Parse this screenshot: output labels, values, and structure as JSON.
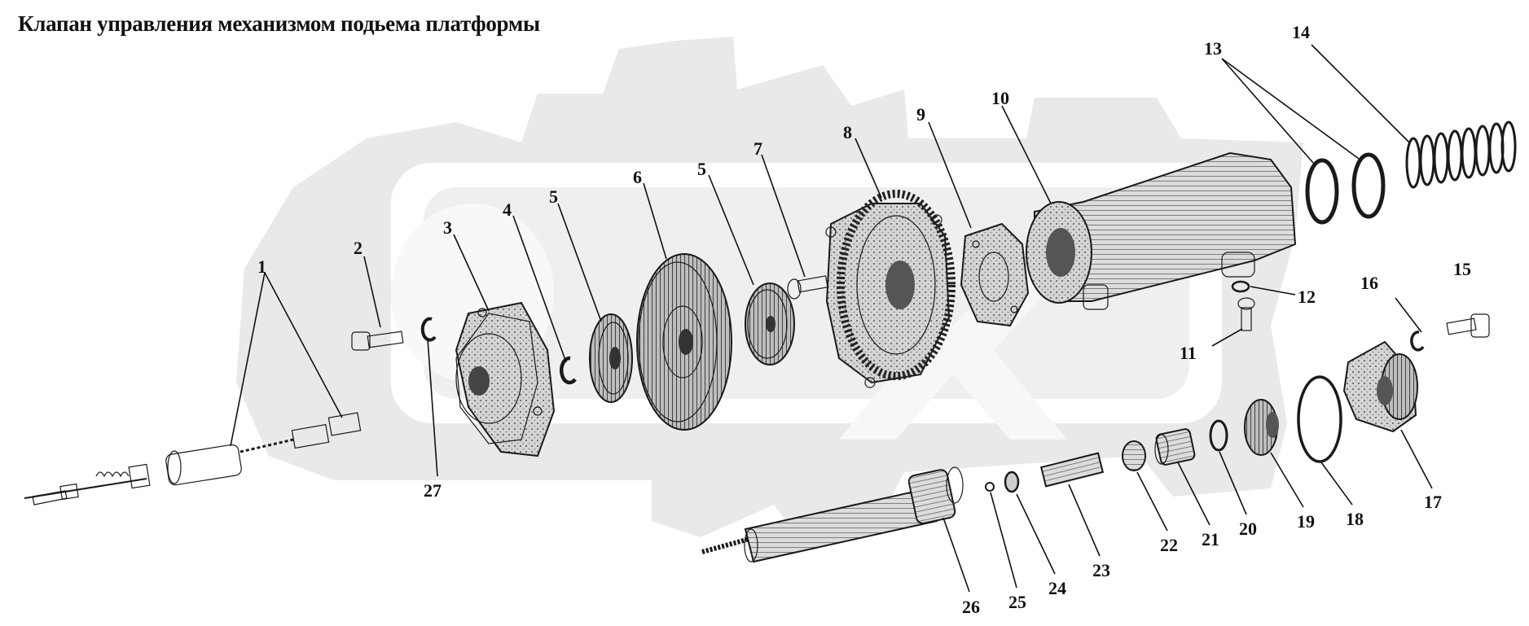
{
  "title": "Клапан управления механизмом подьема платформы",
  "callouts": [
    {
      "id": "1",
      "label": "1"
    },
    {
      "id": "2",
      "label": "2"
    },
    {
      "id": "3",
      "label": "3"
    },
    {
      "id": "4",
      "label": "4"
    },
    {
      "id": "5a",
      "label": "5"
    },
    {
      "id": "6",
      "label": "6"
    },
    {
      "id": "5b",
      "label": "5"
    },
    {
      "id": "7",
      "label": "7"
    },
    {
      "id": "8",
      "label": "8"
    },
    {
      "id": "9",
      "label": "9"
    },
    {
      "id": "10",
      "label": "10"
    },
    {
      "id": "11",
      "label": "11"
    },
    {
      "id": "12",
      "label": "12"
    },
    {
      "id": "13",
      "label": "13"
    },
    {
      "id": "14",
      "label": "14"
    },
    {
      "id": "15",
      "label": "15"
    },
    {
      "id": "16",
      "label": "16"
    },
    {
      "id": "17",
      "label": "17"
    },
    {
      "id": "18",
      "label": "18"
    },
    {
      "id": "19",
      "label": "19"
    },
    {
      "id": "20",
      "label": "20"
    },
    {
      "id": "21",
      "label": "21"
    },
    {
      "id": "22",
      "label": "22"
    },
    {
      "id": "23",
      "label": "23"
    },
    {
      "id": "24",
      "label": "24"
    },
    {
      "id": "25",
      "label": "25"
    },
    {
      "id": "26",
      "label": "26"
    },
    {
      "id": "27",
      "label": "27"
    }
  ],
  "colors": {
    "ink": "#1a1a1a",
    "watermark": "#e6e6e6",
    "parts_fill": "#d8d8d8"
  }
}
